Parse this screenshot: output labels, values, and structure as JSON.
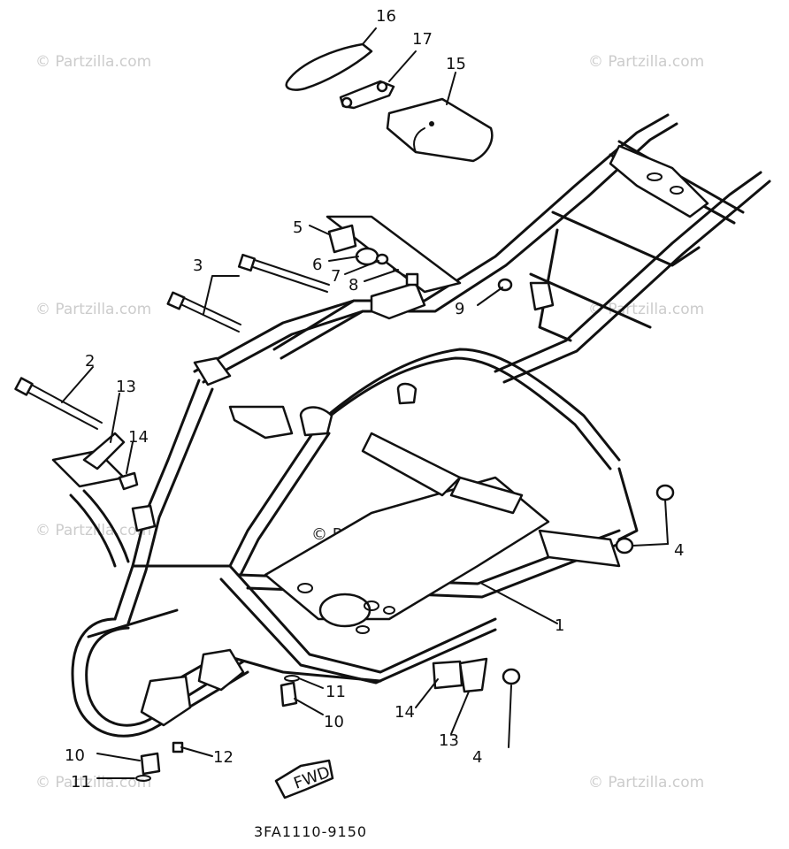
{
  "watermark": "© Partzilla.com",
  "drawing_code": "3FA1110-9150",
  "fwd_label": "FWD",
  "callouts": [
    "1",
    "2",
    "3",
    "4",
    "4",
    "5",
    "6",
    "7",
    "8",
    "9",
    "10",
    "10",
    "11",
    "11",
    "12",
    "13",
    "13",
    "14",
    "14",
    "15",
    "16",
    "17"
  ]
}
